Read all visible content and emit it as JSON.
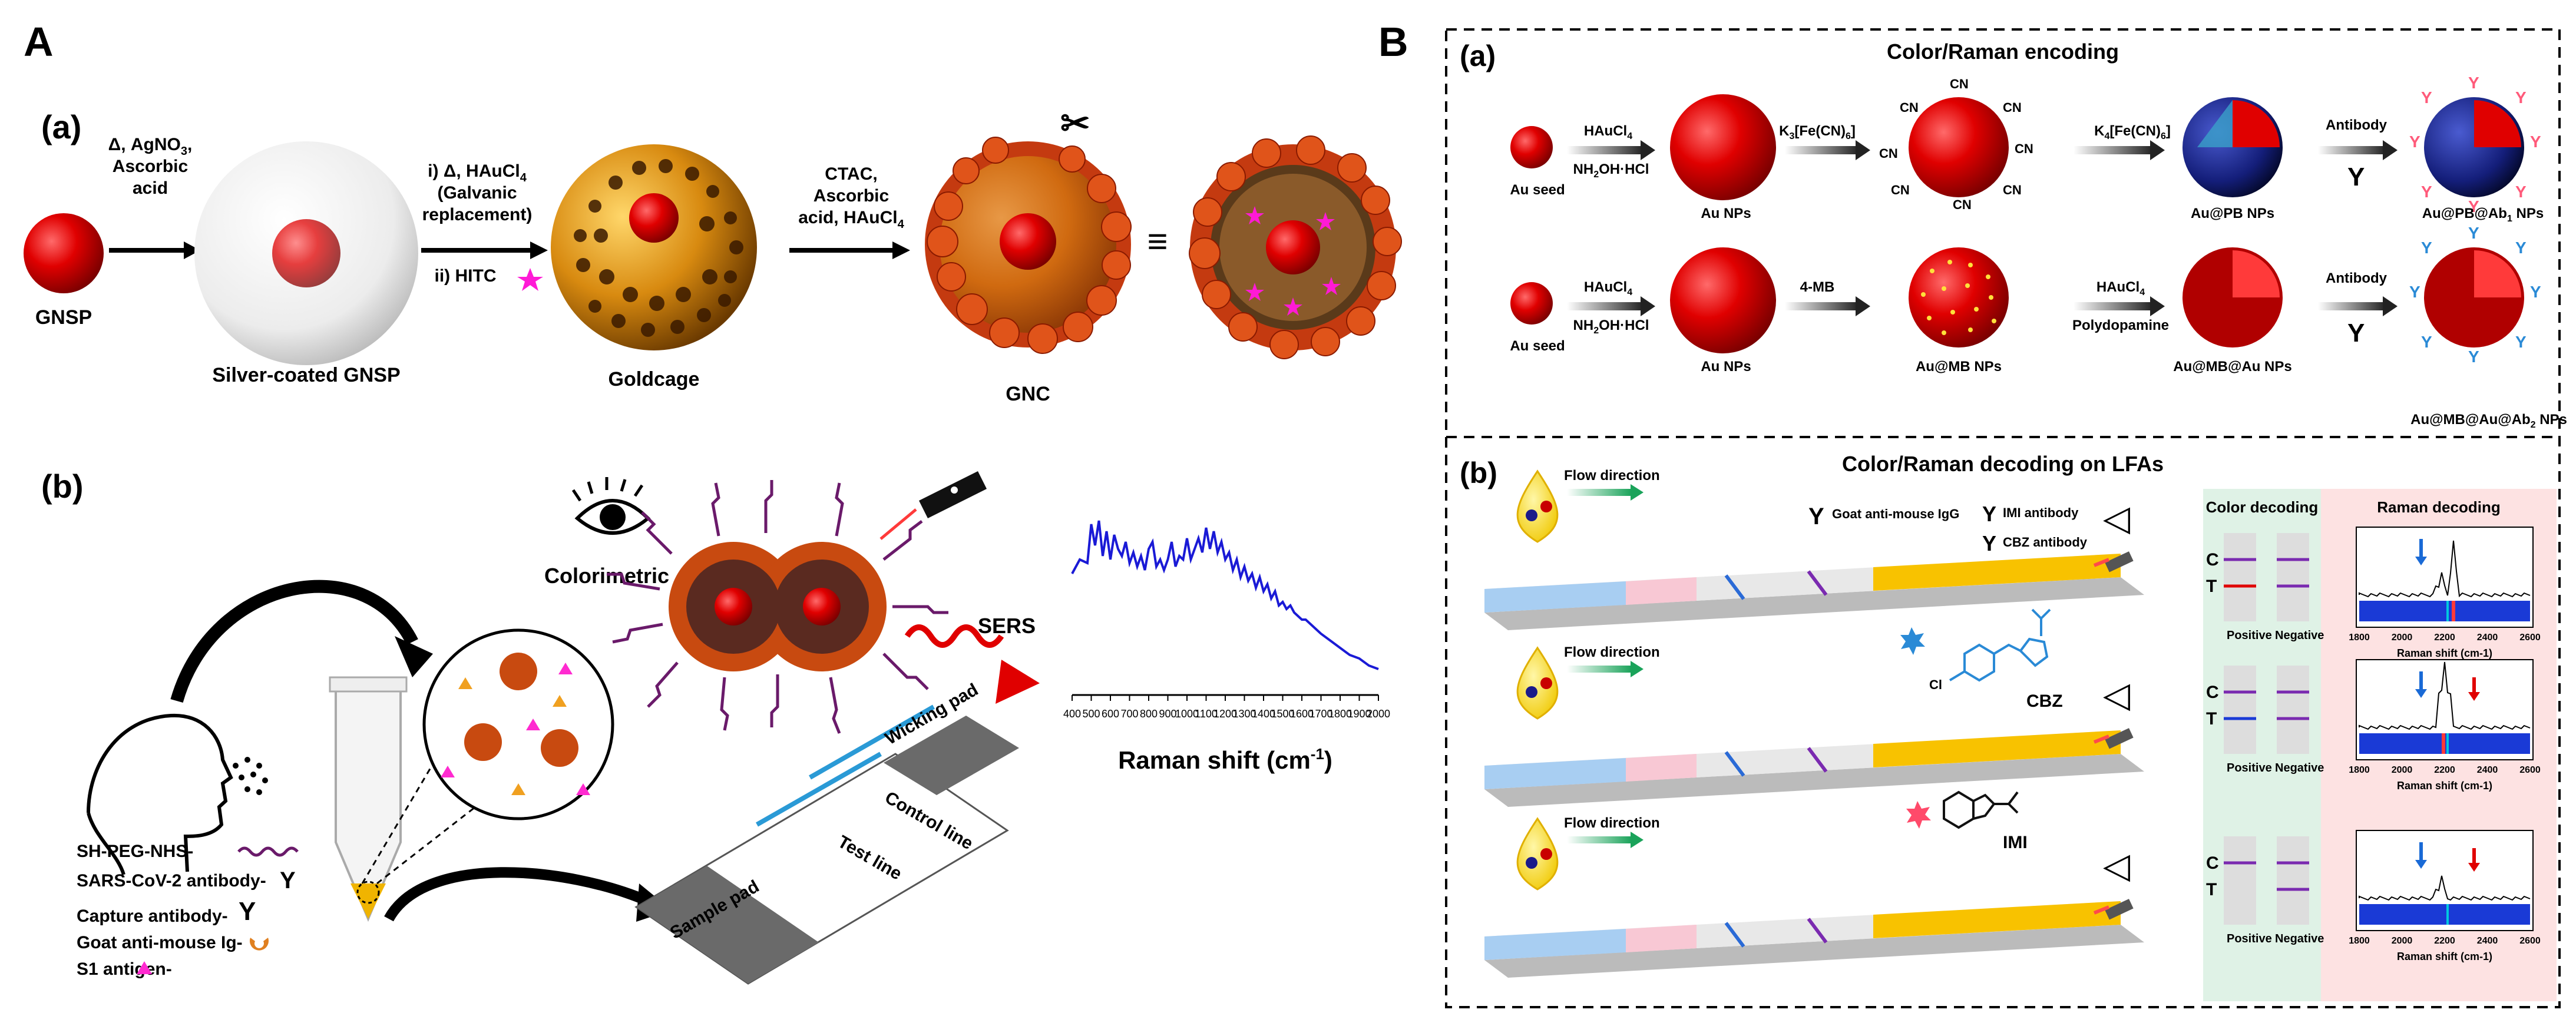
{
  "panelA": {
    "letter": "A",
    "sub_a": "(a)",
    "sub_b": "(b)",
    "steps": {
      "gnsp": "GNSP",
      "silver": "Silver-coated GNSP",
      "goldcage": "Goldcage",
      "gnc": "GNC",
      "r1a": "Δ, AgNO",
      "r1sub": "3",
      "r1b": ",",
      "r1c": "Ascorbic",
      "r1d": "acid",
      "r2a": "i) Δ, HAuCl",
      "r2sub": "4",
      "r2b": "(Galvanic",
      "r2c": "replacement)",
      "r2d": "ii) HITC",
      "r3a": "CTAC,",
      "r3b": "Ascorbic",
      "r3c": "acid, HAuCl",
      "r3sub": "4",
      "equals": "≡"
    },
    "lfa": {
      "colorimetric": "Colorimetric",
      "sers": "SERS",
      "wicking": "Wicking pad",
      "control": "Control line",
      "test": "Test line",
      "sample": "Sample pad",
      "legend": [
        "SH-PEG-NHS-",
        "SARS-CoV-2 antibody-",
        "Capture antibody-",
        "Goat anti-mouse Ig-",
        "S1 antigen-"
      ]
    },
    "chart_data": {
      "type": "line",
      "xlabel": "Raman shift (cm",
      "xlabel_sup": "-1",
      "xlabel_end": ")",
      "xlim": [
        400,
        2000
      ],
      "x_ticks": [
        "400",
        "500",
        "600",
        "700",
        "800",
        "900",
        "1000",
        "1100",
        "1200",
        "1300",
        "1400",
        "1500",
        "1600",
        "1700",
        "1800",
        "1900",
        "2000"
      ],
      "series": [
        {
          "color": "#1a1ad6",
          "x": [
            400,
            440,
            480,
            500,
            520,
            540,
            560,
            580,
            600,
            620,
            640,
            660,
            680,
            700,
            720,
            740,
            760,
            780,
            800,
            820,
            840,
            860,
            880,
            900,
            920,
            940,
            960,
            980,
            1000,
            1020,
            1040,
            1060,
            1080,
            1100,
            1120,
            1140,
            1160,
            1180,
            1200,
            1220,
            1240,
            1260,
            1280,
            1300,
            1320,
            1340,
            1360,
            1380,
            1400,
            1420,
            1440,
            1460,
            1480,
            1500,
            1520,
            1540,
            1560,
            1580,
            1600,
            1620,
            1640,
            1660,
            1680,
            1700,
            1750,
            1800,
            1850,
            1900,
            1950,
            2000
          ],
          "y": [
            62,
            70,
            68,
            90,
            78,
            92,
            72,
            86,
            70,
            84,
            76,
            72,
            80,
            68,
            74,
            66,
            72,
            64,
            76,
            80,
            66,
            70,
            64,
            70,
            80,
            66,
            72,
            70,
            82,
            70,
            76,
            82,
            74,
            88,
            76,
            86,
            74,
            80,
            70,
            74,
            64,
            70,
            60,
            66,
            58,
            62,
            54,
            60,
            52,
            56,
            48,
            52,
            44,
            46,
            42,
            44,
            40,
            38,
            36,
            36,
            34,
            32,
            30,
            28,
            24,
            20,
            16,
            14,
            10,
            8
          ]
        }
      ]
    }
  },
  "panelB": {
    "letter": "B",
    "sub_a": "(a)",
    "sub_b": "(b)",
    "encoding_title": "Color/Raman encoding",
    "decoding_title": "Color/Raman decoding on LFAs",
    "row1": {
      "seed": "Au seed",
      "r1a": "HAuCl",
      "r1sub": "4",
      "r1b": "NH",
      "r1c": "OH·HCl",
      "np": "Au NPs",
      "r2a": "K",
      "r2b": "[Fe(CN)",
      "r2c": "]",
      "cn": "CN",
      "pb": "Au@PB NPs",
      "r3a": "K",
      "r3b": "[Fe(CN)",
      "r3c": "]",
      "antibody": "Antibody",
      "final": "Au@PB@Ab",
      "final_sub": "1",
      "final_end": " NPs"
    },
    "row2": {
      "seed": "Au seed",
      "r1a": "HAuCl",
      "r1sub": "4",
      "r1b": "NH",
      "r1c": "OH·HCl",
      "np": "Au NPs",
      "mb_reag": "4-MB",
      "mb": "Au@MB NPs",
      "r3a": "HAuCl",
      "r3sub": "4",
      "r3b": "Polydopamine",
      "mbau": "Au@MB@Au NPs",
      "antibody": "Antibody",
      "final": "Au@MB@Au@Ab",
      "final_sub": "2",
      "final_end": " NPs"
    },
    "lfa": {
      "flow": "Flow direction",
      "goat": "Goat anti-mouse IgG",
      "imi_ab": "IMI antibody",
      "cbz_ab": "CBZ antibody",
      "cbz": "CBZ",
      "imi": "IMI",
      "color_decoding": "Color decoding",
      "raman_decoding": "Raman decoding",
      "c": "C",
      "t": "T",
      "positive": "Positive",
      "negative": "Negative",
      "raman_axis": "Raman shift (cm",
      "raman_sup": "-1",
      "raman_end": ")",
      "raman_ticks": [
        "1800",
        "2000",
        "2200",
        "2400",
        "2600"
      ]
    }
  }
}
